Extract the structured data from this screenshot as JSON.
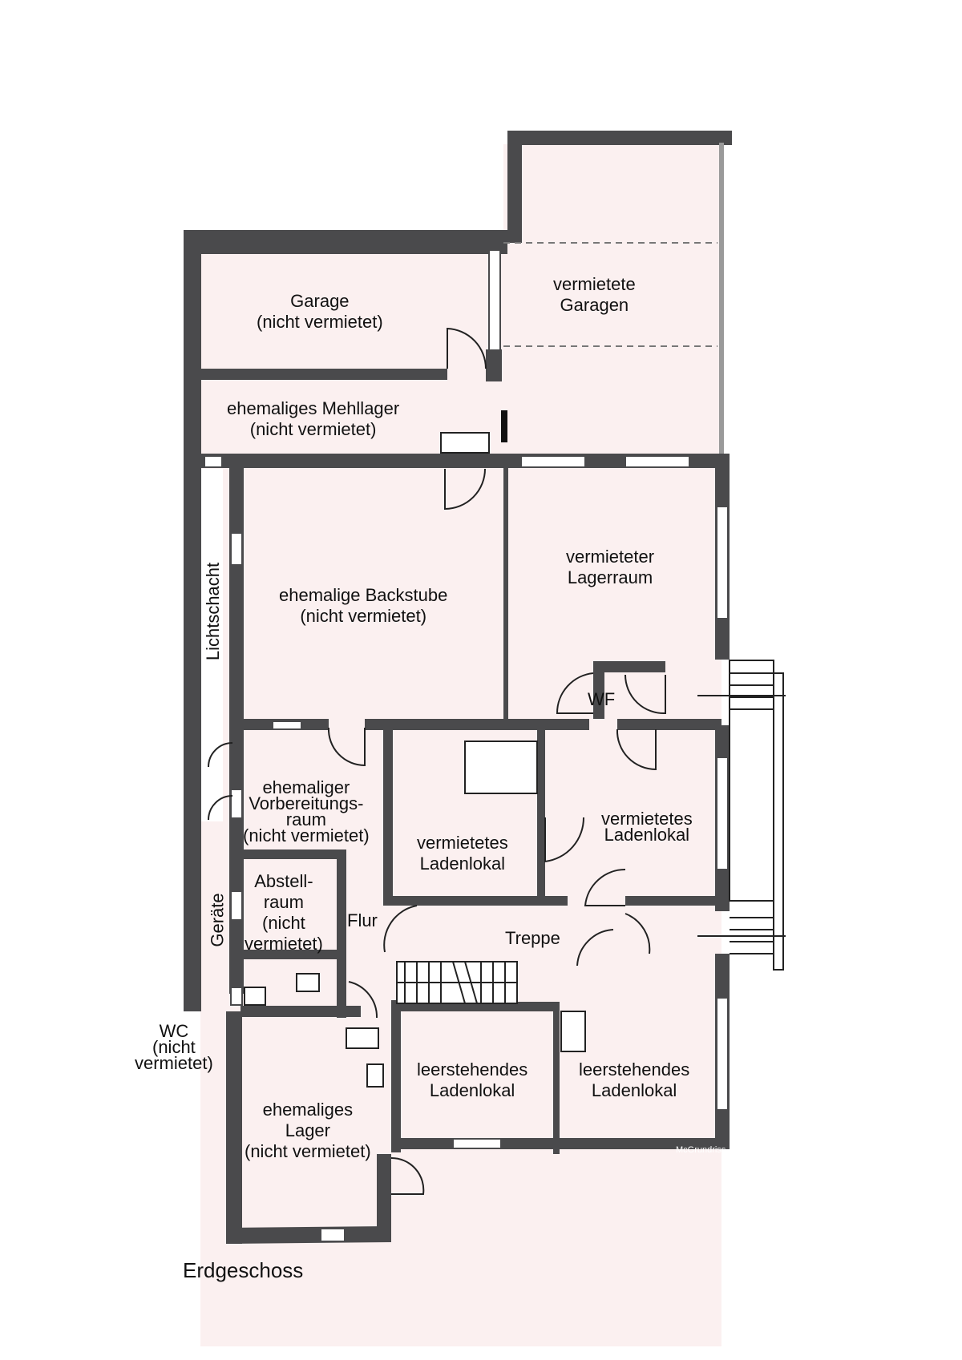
{
  "floor": "Erdgeschoss",
  "credit": "McGrundriss",
  "colors": {
    "wall": "#4a4a4c",
    "floor": "#fbf0f0",
    "window": "#ffffff"
  },
  "rooms": {
    "garage": [
      "Garage",
      "(nicht vermietet)"
    ],
    "vermietete_garagen": [
      "vermietete",
      "Garagen"
    ],
    "mehllager": [
      "ehemaliges Mehllager",
      "(nicht vermietet)"
    ],
    "backstube": [
      "ehemalige Backstube",
      "(nicht vermietet)"
    ],
    "lagerraum": [
      "vermieteter",
      "Lagerraum"
    ],
    "wf": "WF",
    "lichtschacht": "Lichtschacht",
    "vorbereitungsraum": [
      "ehemaliger",
      "Vorbereitungs-",
      "raum",
      "(nicht vermietet)"
    ],
    "ladenlokal_mitte": [
      "vermietetes",
      "Ladenlokal"
    ],
    "ladenlokal_rechts": [
      "vermietetes",
      "Ladenlokal"
    ],
    "abstellraum": [
      "Abstell-",
      "raum",
      "(nicht",
      "vermietet)"
    ],
    "flur": "Flur",
    "treppe": "Treppe",
    "geraete": "Geräte",
    "wc": [
      "WC",
      "(nicht",
      "vermietet)"
    ],
    "lager": [
      "ehemaliges",
      "Lager",
      "(nicht vermietet)"
    ],
    "leer_links": [
      "leerstehendes",
      "Ladenlokal"
    ],
    "leer_rechts": [
      "leerstehendes",
      "Ladenlokal"
    ]
  }
}
